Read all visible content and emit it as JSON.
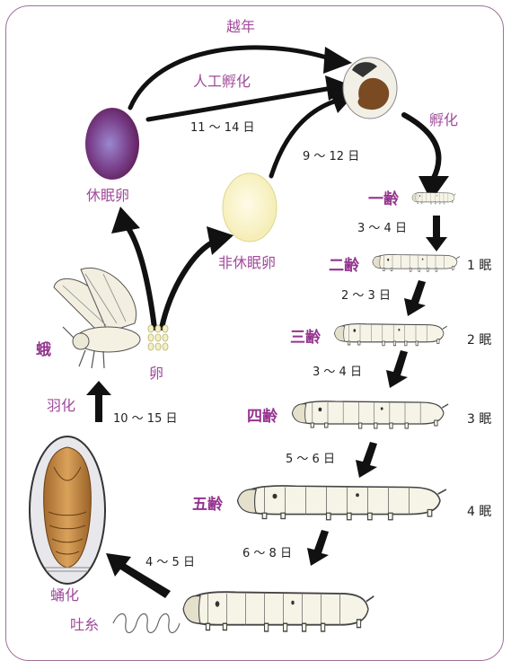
{
  "cycle": {
    "overwinter_label": "越年",
    "artificial_hatch_label": "人工孵化",
    "artificial_hatch_days": "11 〜 14 日",
    "hatch_label": "孵化",
    "diapause_egg_label": "休眠卵",
    "nondiapause_egg_label": "非休眠卵",
    "nondiapause_days": "9 〜 12 日",
    "moth_label": "蛾",
    "egg_label": "卵",
    "eclosion_label": "羽化",
    "eclosion_days": "10 〜 15 日",
    "pupation_label": "蛹化",
    "pupation_days": "4 〜 5 日",
    "spinning_label": "吐糸"
  },
  "instars": [
    {
      "stage": "一齢",
      "days_after": "3 〜 4 日",
      "sleep": ""
    },
    {
      "stage": "二齢",
      "days_after": "2 〜 3 日",
      "sleep": "1 眠"
    },
    {
      "stage": "三齢",
      "days_after": "3 〜 4 日",
      "sleep": "2 眠"
    },
    {
      "stage": "四齢",
      "days_after": "5 〜 6 日",
      "sleep": "3 眠"
    },
    {
      "stage": "五齢",
      "days_after": "6 〜 8 日",
      "sleep": "4 眠"
    }
  ],
  "colors": {
    "frame": "#a0709a",
    "label": "#a04a9a",
    "arrow": "#111111",
    "larva": "#f6f4e6"
  }
}
